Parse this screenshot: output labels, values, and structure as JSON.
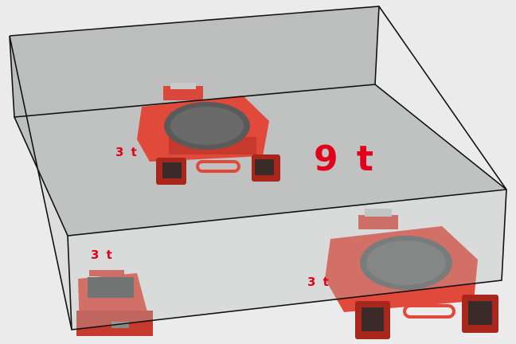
{
  "labels": {
    "top_skate": "3 t",
    "total": "9 t",
    "left_skate": "3 t",
    "right_skate": "3 t"
  },
  "colors": {
    "background": "#ebebeb",
    "box_fill": "#b7b9b9",
    "box_edge": "#111111",
    "skate_red": "#e1493b",
    "skate_dark_red": "#a8261b",
    "turntable_gray": "#5a5a5a",
    "label_red": "#e2001a"
  },
  "icons": [
    "box-outline",
    "rotating-skate",
    "straight-skate"
  ]
}
